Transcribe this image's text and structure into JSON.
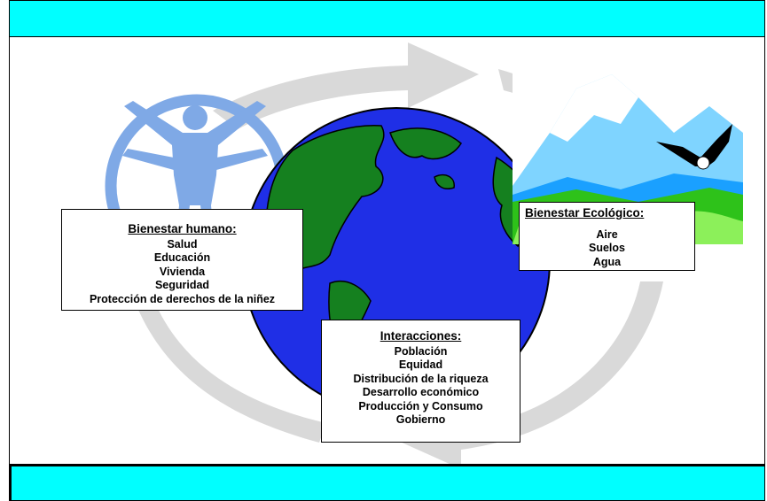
{
  "diagram": {
    "human_wellbeing": {
      "title": "Bienestar humano:",
      "items": [
        "Salud",
        "Educación",
        "Vivienda",
        "Seguridad",
        "Protección de derechos de la niñez"
      ]
    },
    "ecological_wellbeing": {
      "title": "Bienestar Ecológico:",
      "items": [
        "Aire",
        "Suelos",
        "Agua"
      ]
    },
    "interactions": {
      "title": "Interacciones:",
      "items": [
        "Población",
        "Equidad",
        "Distribución de la riqueza",
        "Desarrollo económico",
        "Producción y Consumo",
        "Gobierno"
      ]
    }
  },
  "colors": {
    "band": "#00ffff",
    "ocean": "#1f2fe6",
    "land": "#15801f",
    "human_figure": "#7fa9e6",
    "cycle_arrow": "#d9d9d9"
  },
  "icons": [
    "vitruvian-human-icon",
    "globe-icon",
    "mountain-landscape-icon",
    "eagle-icon"
  ]
}
